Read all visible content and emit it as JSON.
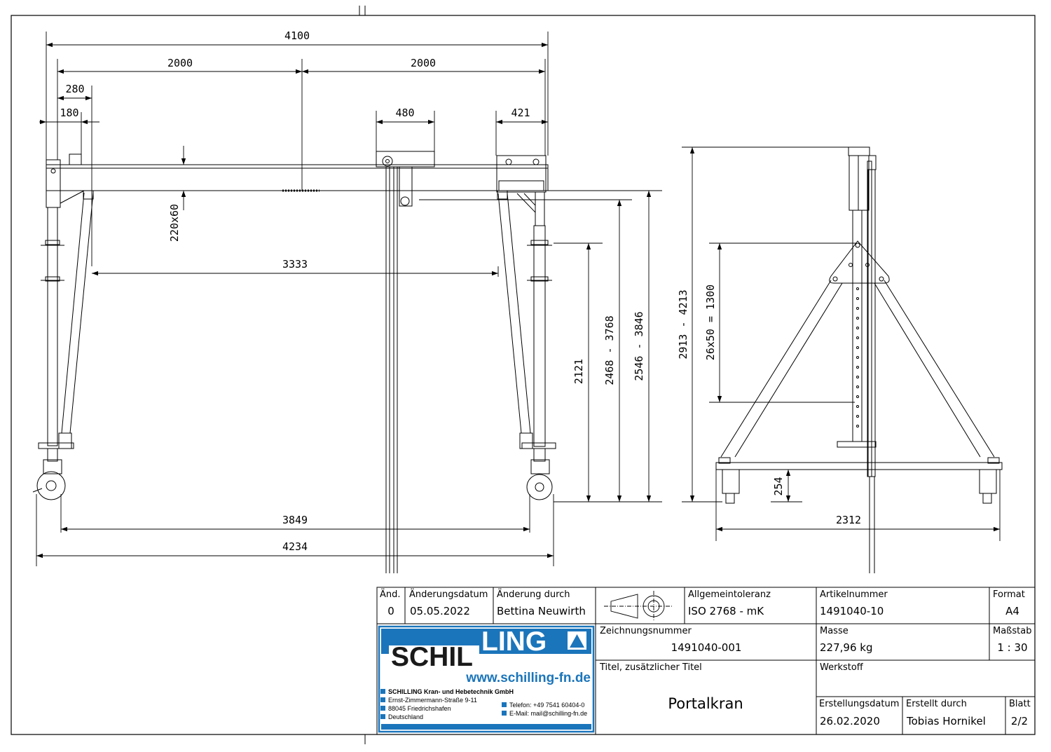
{
  "drawing": {
    "front_view": {
      "dims": {
        "overall_width": "4100",
        "half_left": "2000",
        "half_right": "2000",
        "d280": "280",
        "d180": "180",
        "d480": "480",
        "d421": "421",
        "beam_profile": "220x60",
        "inner_clear": "3333",
        "h2121": "2121",
        "h_range1": "2468 - 3768",
        "h_range2": "2546 - 3846",
        "wheel_span": "3849",
        "base_width": "4234"
      }
    },
    "side_view": {
      "dims": {
        "total_height": "2913 - 4213",
        "adjust": "26x50 = 1300",
        "foot": "254",
        "width": "2312"
      }
    }
  },
  "title_block": {
    "rev_header": {
      "aend": "Änd.",
      "datum": "Änderungsdatum",
      "durch": "Änderung durch"
    },
    "rev_row": {
      "aend": "0",
      "datum": "05.05.2022",
      "durch": "Bettina Neuwirth"
    },
    "tolerance_label": "Allgemeintoleranz",
    "tolerance_value": "ISO 2768 - mK",
    "article_label": "Artikelnummer",
    "article_value": "1491040-10",
    "format_label": "Format",
    "format_value": "A4",
    "drawing_no_label": "Zeichnungsnummer",
    "drawing_no_value": "1491040-001",
    "mass_label": "Masse",
    "mass_value": "227,96 kg",
    "scale_label": "Maßstab",
    "scale_value": "1 : 30",
    "title_label": "Titel, zusätzlicher Titel",
    "title_value": "Portalkran",
    "material_label": "Werkstoff",
    "created_date_label": "Erstellungsdatum",
    "created_date_value": "26.02.2020",
    "created_by_label": "Erstellt durch",
    "created_by_value": "Tobias Hornikel",
    "sheet_label": "Blatt",
    "sheet_value": "2/2"
  },
  "company": {
    "logo_left": "SCHIL",
    "logo_right": "LING",
    "url": "www.schilling-fn.de",
    "name": "SCHILLING Kran- und Hebetechnik GmbH",
    "street": "Ernst-Zimmermann-Straße 9-11",
    "city": "88045 Friedrichshafen",
    "country": "Deutschland",
    "phone": "Telefon: +49 7541 60404-0",
    "email": "E-Mail: mail@schilling-fn.de",
    "brand_color": "#1b75bb"
  }
}
